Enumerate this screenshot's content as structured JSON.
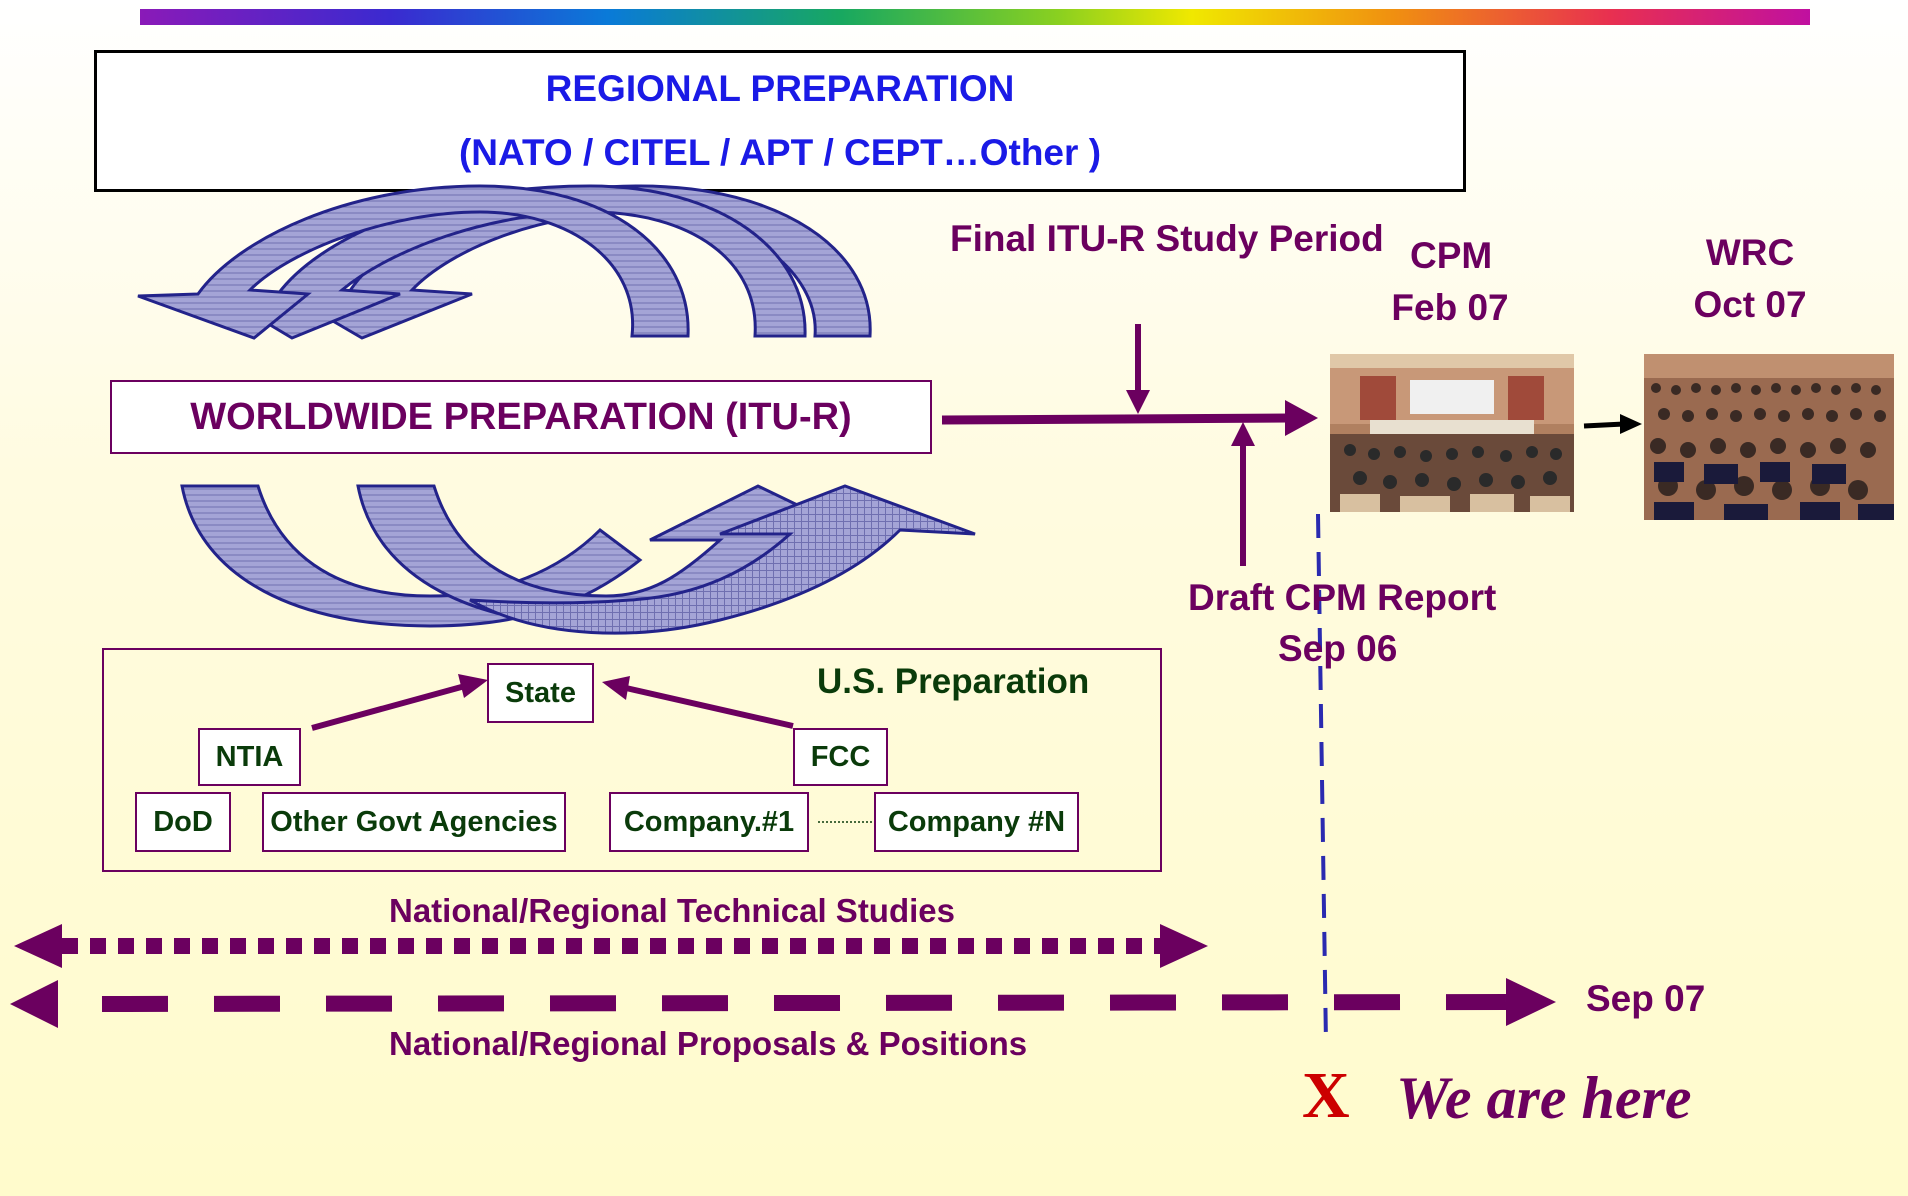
{
  "regional": {
    "line1": "REGIONAL PREPARATION",
    "line2": "(NATO / CITEL / APT / CEPT…Other )"
  },
  "worldwide": {
    "label": "WORLDWIDE PREPARATION (ITU-R)"
  },
  "timeline": {
    "final_study": "Final ITU-R Study Period",
    "cpm_title": "CPM",
    "cpm_date": "Feb 07",
    "wrc_title": "WRC",
    "wrc_date": "Oct 07",
    "draft_line1": "Draft CPM Report",
    "draft_line2": "Sep 06",
    "sep07": "Sep 07",
    "x_mark": "X",
    "we_are_here": "We are here"
  },
  "us": {
    "title": "U.S. Preparation",
    "state": "State",
    "ntia": "NTIA",
    "fcc": "FCC",
    "dod": "DoD",
    "other_agencies": "Other Govt Agencies",
    "company1": "Company.#1",
    "companyN": "Company #N"
  },
  "studies": {
    "technical": "National/Regional Technical Studies",
    "proposals": "National/Regional Proposals & Positions"
  },
  "colors": {
    "title_blue": "#1a1ae6",
    "purple": "#6b005f",
    "dark_green": "#0a3b0a",
    "red_x": "#cc0000",
    "arrow_fill": "#9a9acc",
    "arrow_stroke": "#23238a",
    "dashed_blue": "#2a2ab0"
  }
}
